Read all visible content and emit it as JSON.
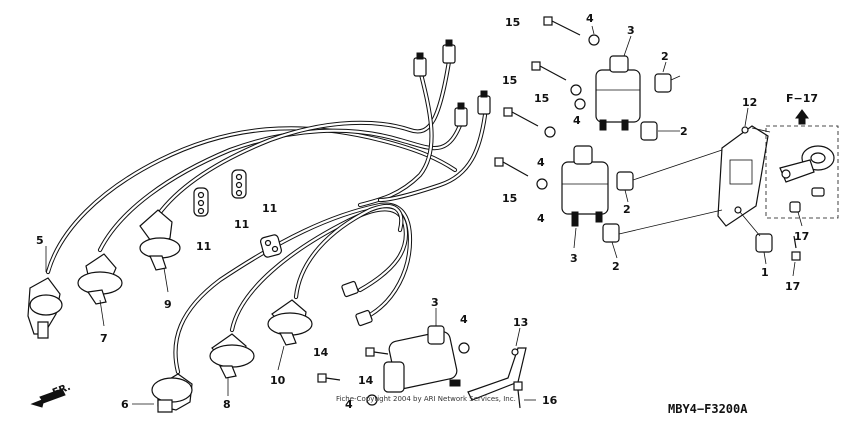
{
  "diagram": {
    "part_code": "MBY4−F3200A",
    "copyright": "Fiche-Copyright 2004 by ARI Network Services, Inc.",
    "front_arrow_label": "FR.",
    "reference_label": "F−17",
    "callouts": {
      "c1": "1",
      "c2a": "2",
      "c2b": "2",
      "c2c": "2",
      "c2d": "2",
      "c3a": "3",
      "c3b": "3",
      "c3c": "3",
      "c4a": "4",
      "c4b": "4",
      "c4c": "4",
      "c4d": "4",
      "c4e": "4",
      "c4f": "4",
      "c5": "5",
      "c6": "6",
      "c7": "7",
      "c8": "8",
      "c9": "9",
      "c10": "10",
      "c11a": "11",
      "c11b": "11",
      "c11c": "11",
      "c12": "12",
      "c13": "13",
      "c14a": "14",
      "c14b": "14",
      "c15a": "15",
      "c15b": "15",
      "c15c": "15",
      "c15d": "15",
      "c16": "16",
      "c17a": "17",
      "c17b": "17"
    }
  }
}
